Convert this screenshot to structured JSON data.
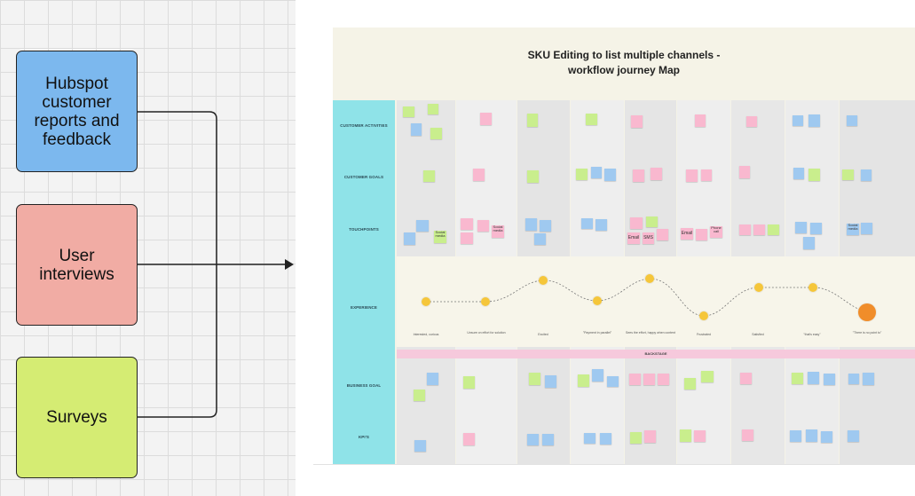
{
  "sources": [
    {
      "label": "Hubspot customer reports and feedback",
      "color": "#7cb8ee"
    },
    {
      "label": "User interviews",
      "color": "#f1aca4"
    },
    {
      "label": "Surveys",
      "color": "#d5ec73"
    }
  ],
  "journey_map": {
    "title_line1": "SKU Editing to list multiple channels -",
    "title_line2": "workflow journey Map",
    "rows": [
      "CUSTOMER ACTIVITIES",
      "CUSTOMER GOALS",
      "TOUCHPOINTS",
      "EXPERIENCE",
      "BUSINESS GOAL",
      "KPI'S"
    ],
    "backstage_label": "BACKSTAGE",
    "emotions": [
      "Interested, curious",
      "Unsure on effort for solution",
      "Excited",
      "\"Payment in parallel\"",
      "Sees the effort, happy when content",
      "Frustrated",
      "Satisfied",
      "\"that's easy\"",
      "\"There is no point to\""
    ],
    "touchpoint_notes": [
      "Email",
      "SMS",
      "Email",
      "Phone call",
      "Social media",
      "Social media",
      "Social media"
    ]
  }
}
